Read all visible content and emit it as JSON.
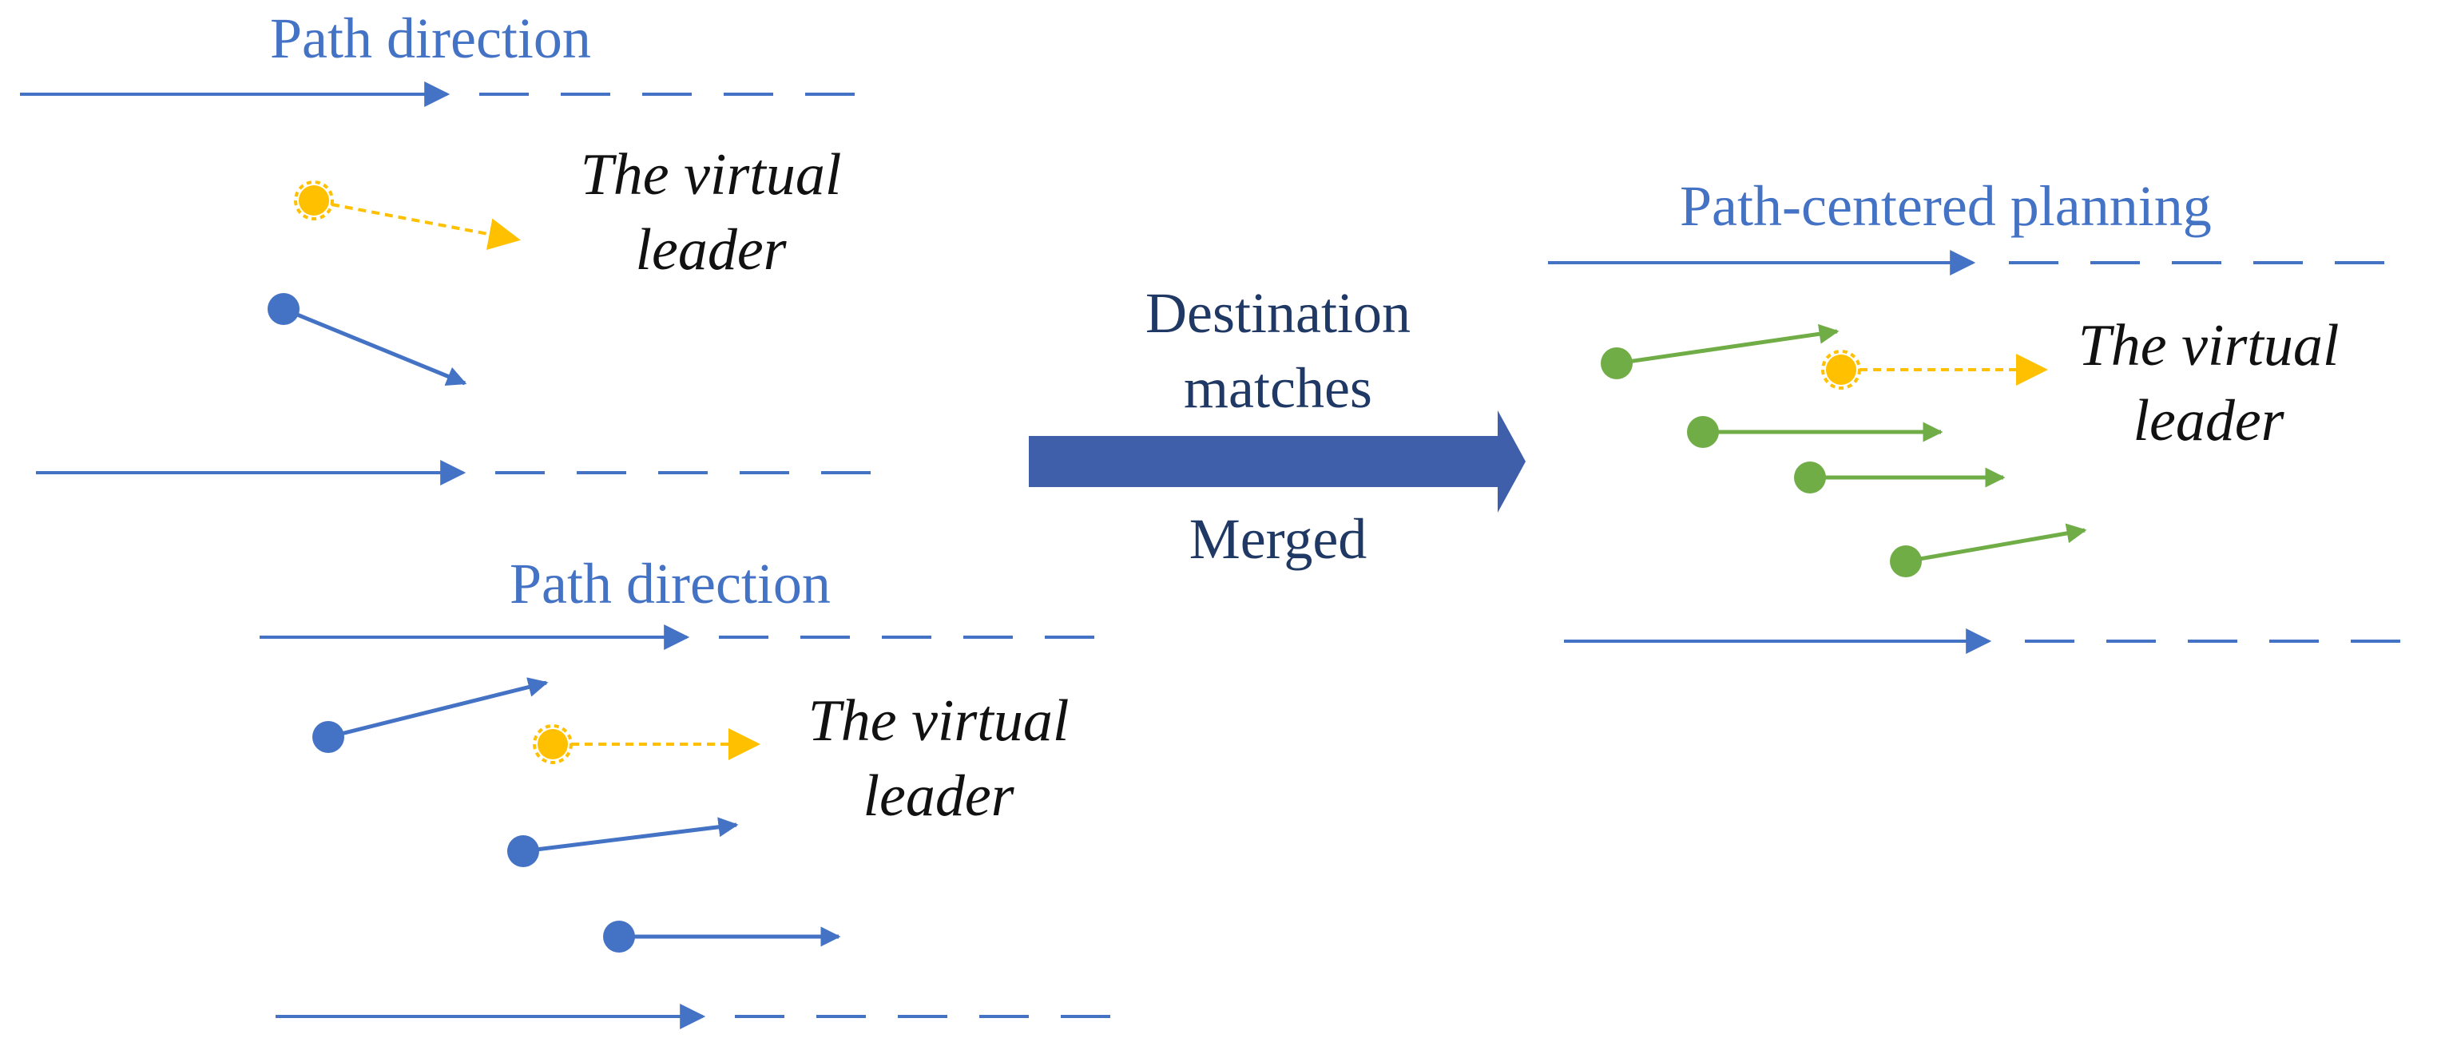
{
  "colors": {
    "path_blue": "#4472C4",
    "agent_blue": "#4472C4",
    "agent_green": "#70AD47",
    "leader_gold": "#FFC000",
    "center_arrow": "#3F5FAA",
    "center_text": "#1F3864"
  },
  "left_top": {
    "title": "Path direction",
    "leader_line1": "The virtual",
    "leader_line2": "leader"
  },
  "left_bottom": {
    "title": "Path direction",
    "leader_line1": "The virtual",
    "leader_line2": "leader"
  },
  "center": {
    "label_line1": "Destination",
    "label_line2": "matches",
    "label_below": "Merged"
  },
  "right": {
    "title": "Path-centered planning",
    "leader_line1": "The virtual",
    "leader_line2": "leader"
  }
}
